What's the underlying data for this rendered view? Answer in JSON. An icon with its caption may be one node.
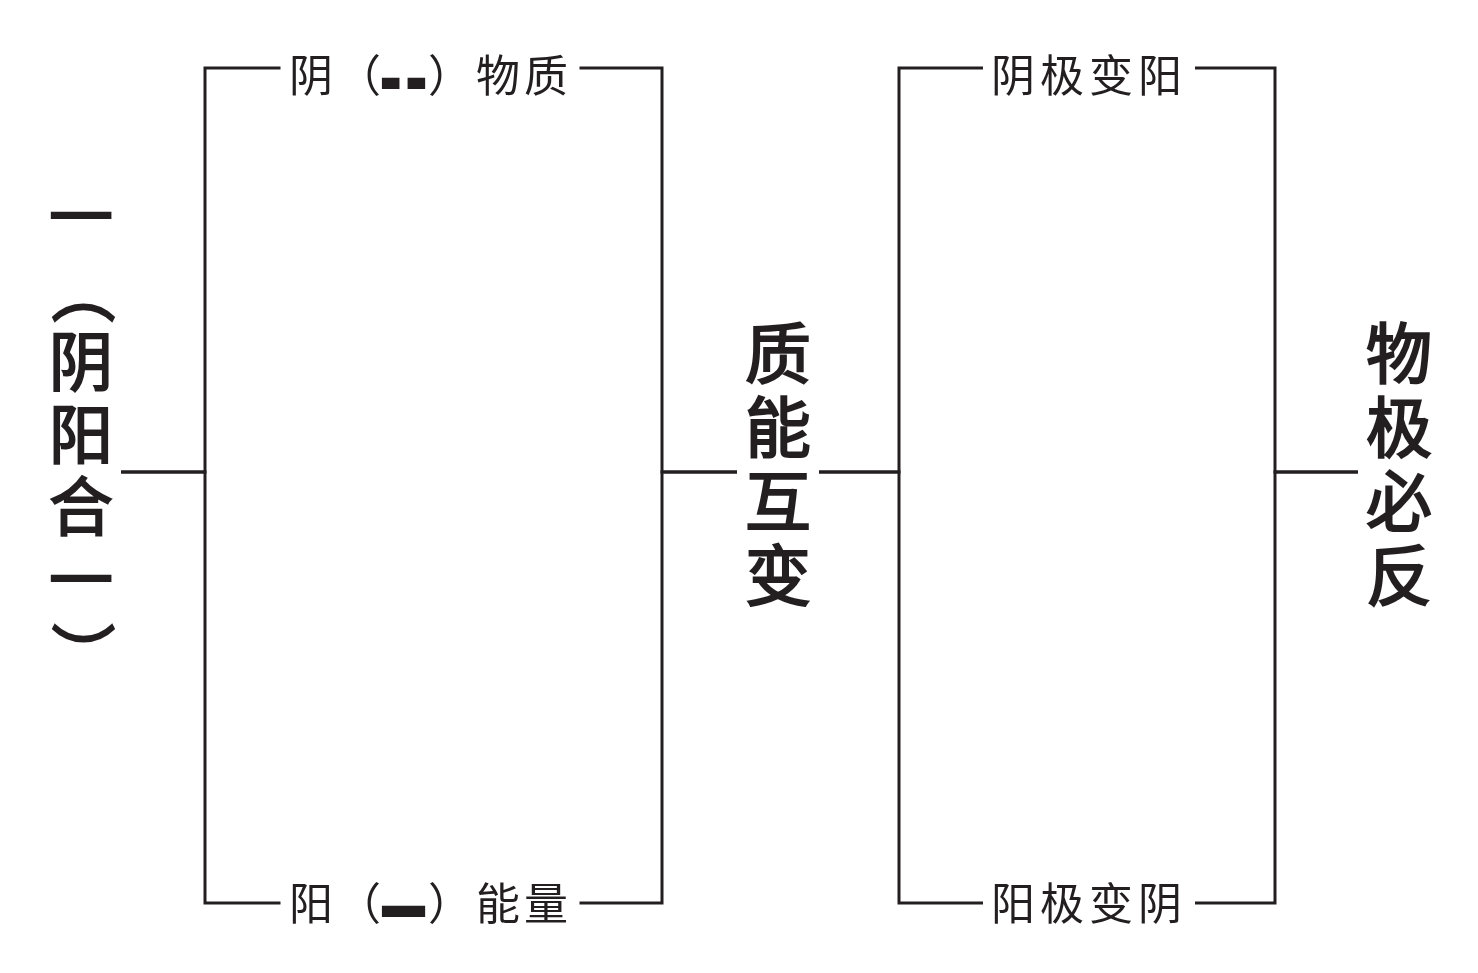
{
  "diagram": {
    "nodes": [
      {
        "text": [
          "一（阴阳合一）"
        ]
      },
      {
        "text": [
          "阴（⚋）物质"
        ]
      },
      {
        "text": [
          "阳（⚊）能量"
        ]
      },
      {
        "text": [
          "质能互变"
        ]
      },
      {
        "text": [
          "阴极变阳"
        ]
      },
      {
        "text": [
          "阳极变阴"
        ]
      },
      {
        "text": [
          "物极必反"
        ]
      }
    ],
    "edges": [
      {
        "from": 0,
        "to": 1,
        "arrow": "none"
      },
      {
        "from": 0,
        "to": 2,
        "arrow": "none"
      },
      {
        "from": 1,
        "to": 3,
        "arrow": "none"
      },
      {
        "from": 2,
        "to": 3,
        "arrow": "none"
      },
      {
        "from": 3,
        "to": 4,
        "arrow": "none"
      },
      {
        "from": 3,
        "to": 5,
        "arrow": "none"
      },
      {
        "from": 4,
        "to": 6,
        "arrow": "none"
      },
      {
        "from": 5,
        "to": 6,
        "arrow": "none"
      }
    ]
  }
}
